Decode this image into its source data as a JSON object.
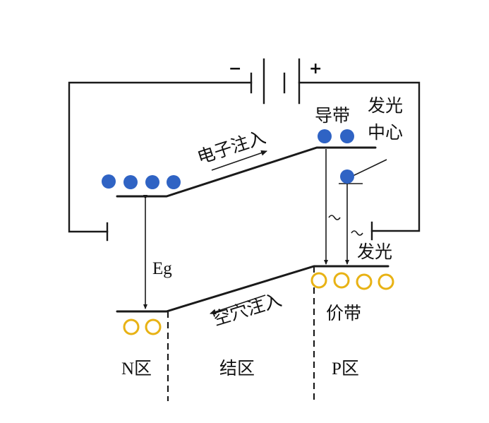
{
  "battery": {
    "minus": "−",
    "plus": "+"
  },
  "labels": {
    "conduction_band": "导带",
    "emission_center_line1": "发光",
    "emission_center_line2": "中心",
    "electron_injection": "电子注入",
    "hole_injection": "空穴注入",
    "valence_band": "价带",
    "emission": "发光",
    "energy_gap": "Eg",
    "n_region": "N区",
    "junction_region": "结区",
    "p_region": "P区"
  },
  "colors": {
    "electron": "#2f63c4",
    "hole_stroke": "#e8b214",
    "line": "#1a1a1a"
  }
}
